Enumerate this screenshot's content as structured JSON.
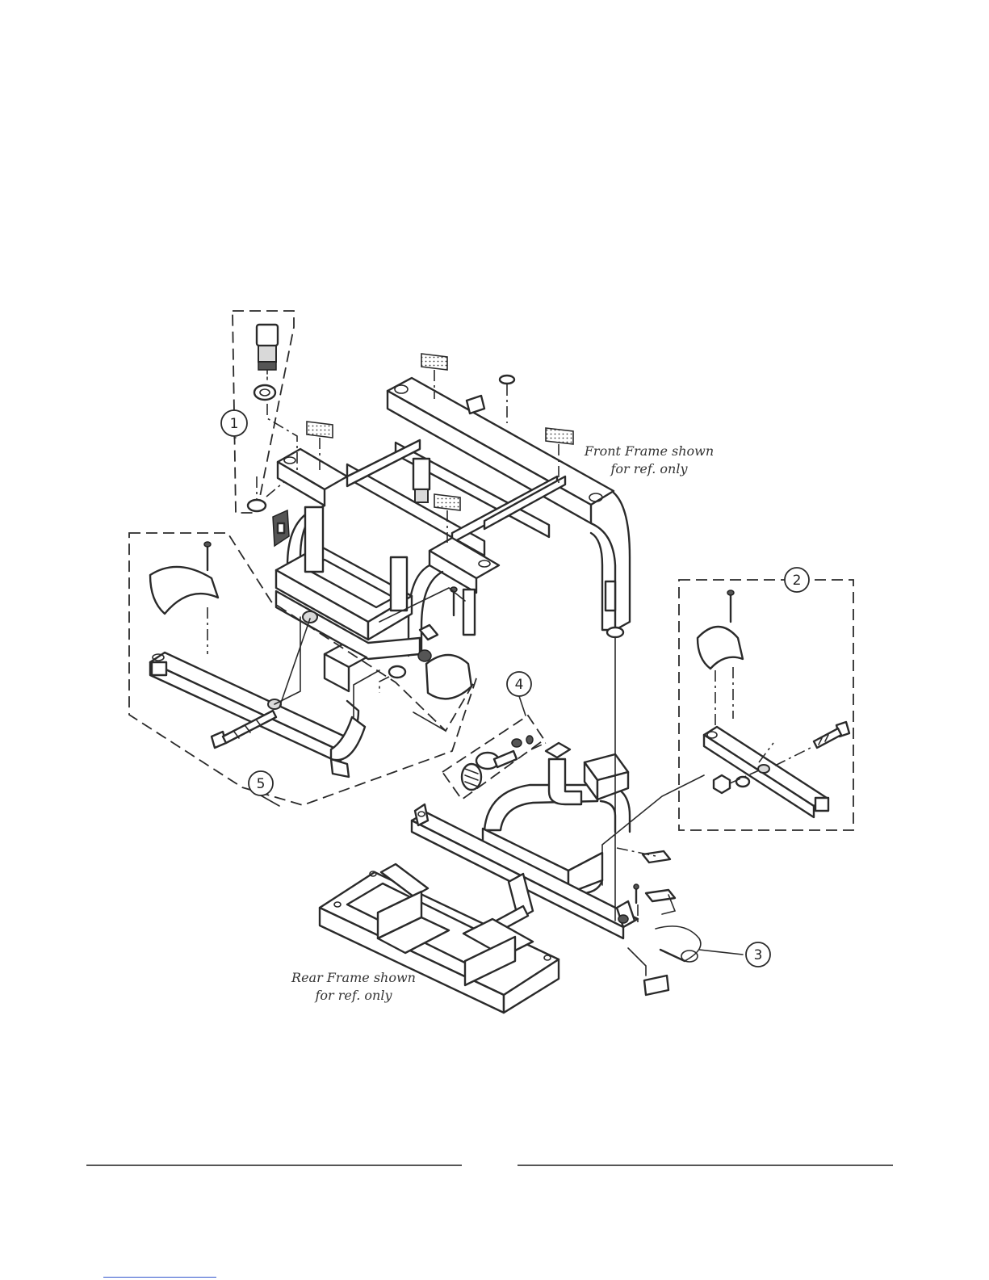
{
  "callouts": [
    {
      "id": "callout-1",
      "label": "1"
    },
    {
      "id": "callout-2",
      "label": "2"
    },
    {
      "id": "callout-3",
      "label": "3"
    },
    {
      "id": "callout-4",
      "label": "4"
    },
    {
      "id": "callout-5",
      "label": "5"
    }
  ],
  "notes": {
    "front_frame_line1": "Front Frame shown",
    "front_frame_line2": "for ref. only",
    "rear_frame_line1": "Rear Frame shown",
    "rear_frame_line2": "for ref. only"
  },
  "colors": {
    "line": "#2a2a2a",
    "background": "#ffffff"
  }
}
